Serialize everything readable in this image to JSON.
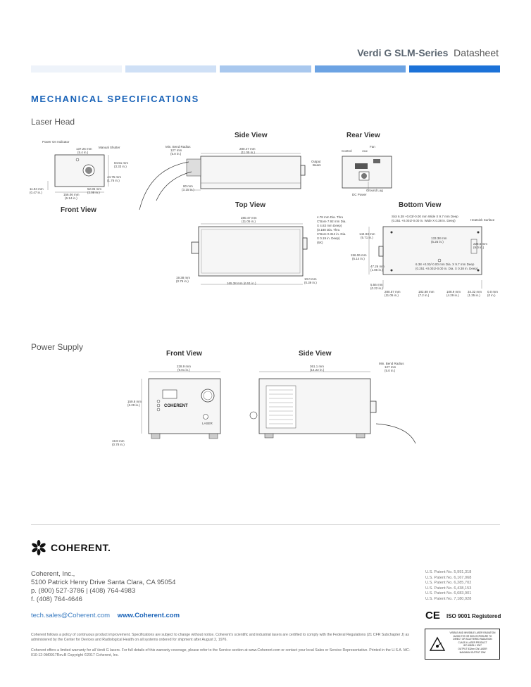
{
  "header": {
    "title_bold": "Verdi G SLM-Series",
    "title_rest": "Datasheet"
  },
  "colors": {
    "bar1": "#eef3fa",
    "bar2": "#cfe0f6",
    "bar3": "#a9c8ee",
    "bar4": "#6ca3e3",
    "bar5": "#1c72d8",
    "accent": "#1a63b8"
  },
  "section_title": "MECHANICAL SPECIFICATIONS",
  "laser_head": {
    "label": "Laser Head",
    "front_view": {
      "title": "Front View",
      "labels": {
        "indicator": "Power On Indicator",
        "shutter": "Manual Shutter",
        "d1a": "137.26 mm",
        "d1b": "(5.4 in.)",
        "d2a": "84.51 mm",
        "d2b": "(3.33 in.)",
        "d3a": "44.75 mm",
        "d3b": "(1.76 in.)",
        "d4a": "52.85 mm",
        "d4b": "(2.08 in.)",
        "d5a": "11.94 mm",
        "d5b": "(0.47 in.)",
        "d6a": "156.06 mm",
        "d6b": "(6.14 in.)"
      }
    },
    "side_view": {
      "title": "Side View",
      "labels": {
        "bend1": "Min. Bend Radius",
        "bend2": "127 mm",
        "bend3": "(5.0 in.)",
        "len1": "280.47 mm",
        "len2": "(11.05 in.)",
        "out1": "Output",
        "out2": "Beam",
        "d1": "80 mm",
        "d2": "(3.15 in.)"
      }
    },
    "rear_view": {
      "title": "Rear View",
      "labels": {
        "control": "Control",
        "aux": "Aux",
        "fan": "Fan",
        "ground": "Ground Lug",
        "dc": "DC Power"
      }
    },
    "top_view": {
      "title": "Top View",
      "labels": {
        "len1": "280.47 mm",
        "len2": "(11.05 in.)",
        "h1": "4.78 mm Dia. Thru",
        "h2": "C'Bore 7.92 mm Dia.",
        "h3": "X 4.83 mm Deep)",
        "h4": "(0.188 Dia. Thru",
        "h5": "C'Bore 0.312 in. Dia.",
        "h6": "X 0.19 in. Deep)",
        "h7": "(6X)",
        "a1": "19.38 mm",
        "a2": "(0.76 in.)",
        "b1": "165.38 mm (6.51 in.)",
        "c1": "10.0 mm",
        "c2": "(0.39 in.)"
      }
    },
    "bottom_view": {
      "title": "Bottom View",
      "labels": {
        "slot1": "Slot 6.38 +0.03/-0.00 mm Wide X 9.7 mm Deep",
        "slot2": "(0.251 +0.001/-0.00 in. Wide X 0.38 in. Deep)",
        "heatsink": "Heatsink Surface",
        "w1": "144.93 mm",
        "w2": "(5.71 in.)",
        "w3": "156.06 mm",
        "w4": "(6.14 in.)",
        "w5": "47.26 mm",
        "w6": "(1.86 in.)",
        "w7": "5.56 mm",
        "w8": "(0.22 in.)",
        "v1": "133.38 mm",
        "v2": "(5.25 in.)",
        "v3": "228.6 mm",
        "v4": "(9.0 in.)",
        "hole1": "6.38 +0.03/-0.00 mm Dia. X 9.7 mm Deep",
        "hole2": "(0.251 +0.001/-0.00 in. Dia. X 0.38 in. Deep)",
        "r1": "280.57 mm",
        "r2": "(11.05 in.)",
        "r3": "182.88 mm",
        "r4": "(7.2 in.)",
        "r5": "108.9 mm",
        "r6": "(4.29 in.)",
        "r7": "34.32 mm",
        "r8": "(1.35 in.)",
        "r9": "0.0 mm",
        "r10": "(0 in.)"
      }
    }
  },
  "power_supply": {
    "label": "Power Supply",
    "front_view": {
      "title": "Front View",
      "labels": {
        "w1": "228.9 mm",
        "w2": "(9.01 in.)",
        "h1": "159.8 mm",
        "h2": "(6.29 in.)",
        "f1": "19.8 mm",
        "f2": "(0.78 in.)",
        "brand": "COHERENT",
        "key": "LASER"
      }
    },
    "side_view": {
      "title": "Side View",
      "labels": {
        "len1": "361.1 mm",
        "len2": "(14.22 in.)",
        "bend1": "Min. Bend Radius",
        "bend2": "127 mm",
        "bend3": "(5.0 in.)"
      }
    }
  },
  "footer": {
    "logo": "COHERENT.",
    "address": [
      "Coherent, Inc.,",
      "5100 Patrick Henry Drive Santa Clara, CA 95054",
      "p. (800) 527-3786   |   (408) 764-4983",
      "f.  (408) 764-4646"
    ],
    "email": "tech.sales@Coherent.com",
    "website": "www.Coherent.com",
    "disclaimer1": "Coherent follows a policy of continuous product improvement. Specifications are subject to change without notice. Coherent's scientific and industrial lasers are certified to comply with the Federal Regulations (21 CFR Subchapter J) as administered by the Center for Devices and Radiological Health on all systems ordered for shipment after August 2, 1976.",
    "disclaimer2": "Coherent offers a limited warranty for all Verdi G lasers. For full details of this warranty coverage, please refer to the Service section at www.Coherent.com or contact your local Sales or Service Representative. Printed in the U.S.A.  MC-010-12-0M0917Rev.B  Copyright ©2017 Coherent, Inc.",
    "patents": [
      "U.S. Patent No. 5,991,318",
      "U.S. Patent No. 6,167,068",
      "U.S. Patent No. 6,285,702",
      "U.S. Patent No. 6,438,153",
      "U.S. Patent No. 6,683,901",
      "U.S. Patent No. 7,180,928"
    ],
    "ce": "CE",
    "iso": "ISO 9001 Registered",
    "warning": [
      "VISIBLE AND INVISIBLE LASER RADIATION",
      "AVOID EYE OR SKIN EXPOSURE TO",
      "DIRECT OR SCATTERED RADIATION",
      "CLASS 4 LASER PRODUCT",
      "IEC 60825-1 2007",
      "OUTPUT 532nm  CW LASER",
      "MAXIMUM OUTPUT 20W"
    ]
  }
}
